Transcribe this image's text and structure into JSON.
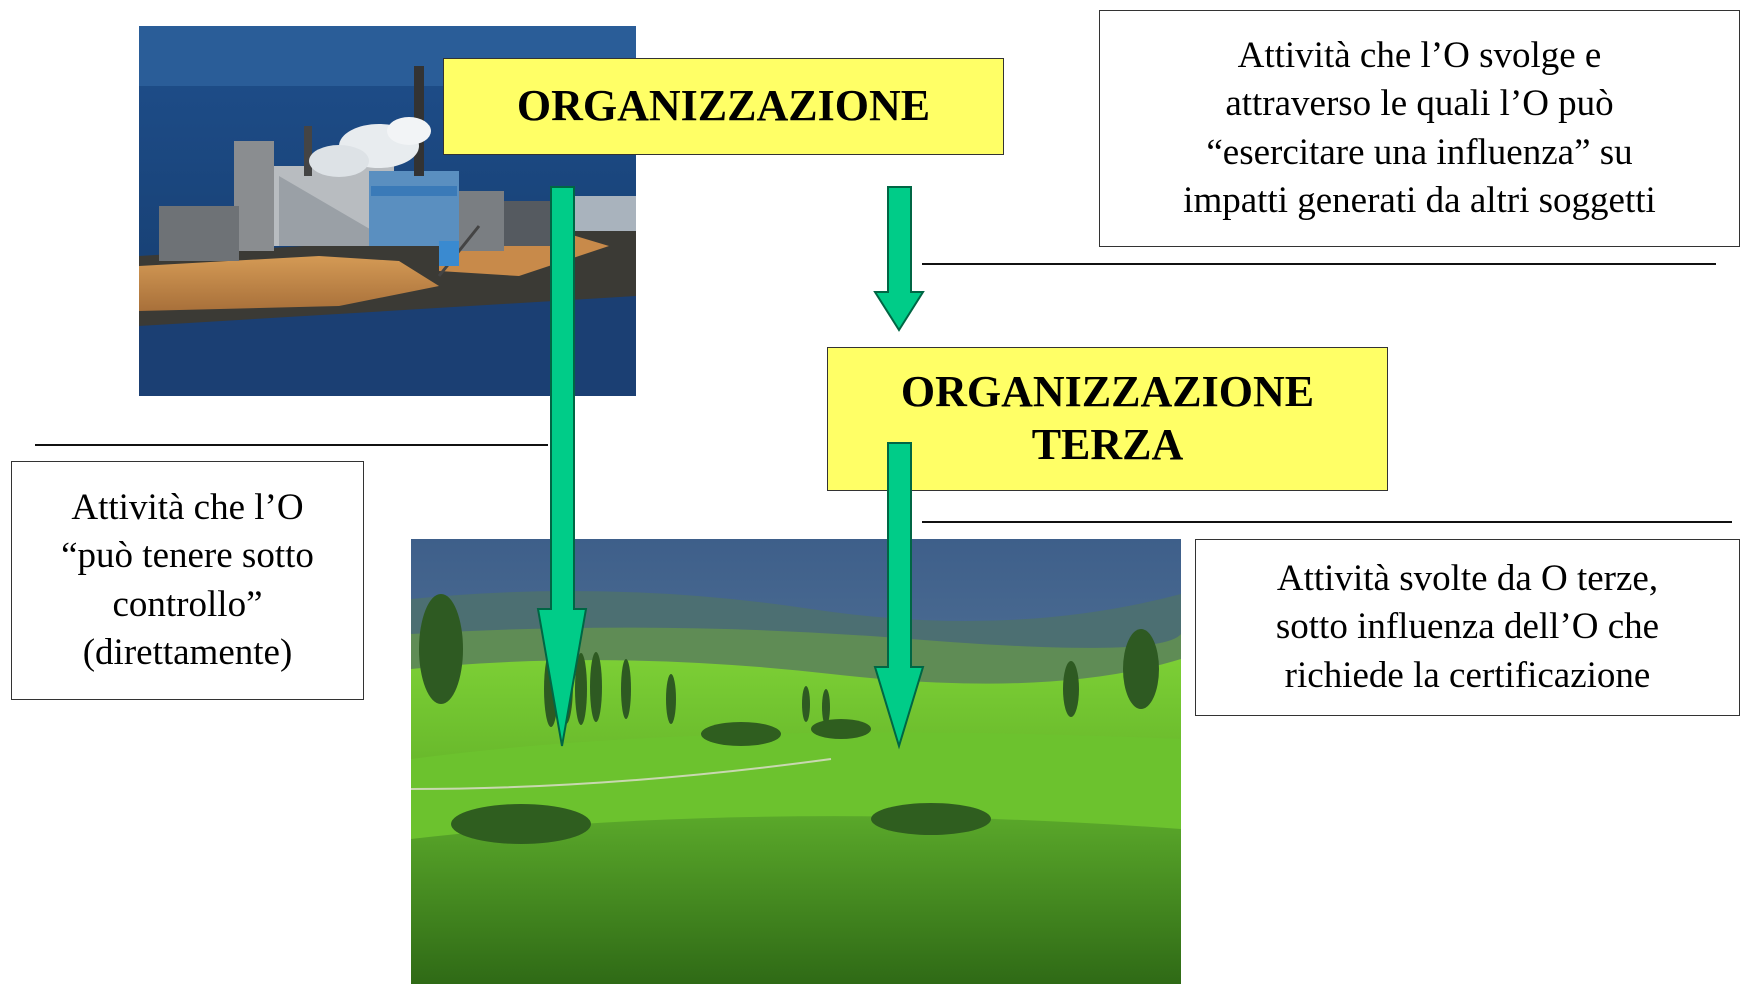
{
  "boxes": {
    "organizzazione": "ORGANIZZAZIONE",
    "organizzazione_terza": [
      "ORGANIZZAZIONE",
      "TERZA"
    ]
  },
  "notes": {
    "top_right": [
      "Attività che l’O svolge e",
      "attraverso le quali l’O può",
      "“esercitare una influenza” su",
      "impatti generati da altri soggetti"
    ],
    "left": [
      "Attività che l’O",
      "“può tenere sotto",
      "controllo”",
      "(direttamente)"
    ],
    "bottom_right": [
      "Attività svolte da O terze,",
      "sotto influenza dell’O che",
      "richiede la certificazione"
    ]
  },
  "colors": {
    "box_fill": "#ffff66",
    "arrow": "#00cc88",
    "arrow_stroke": "#006644"
  }
}
